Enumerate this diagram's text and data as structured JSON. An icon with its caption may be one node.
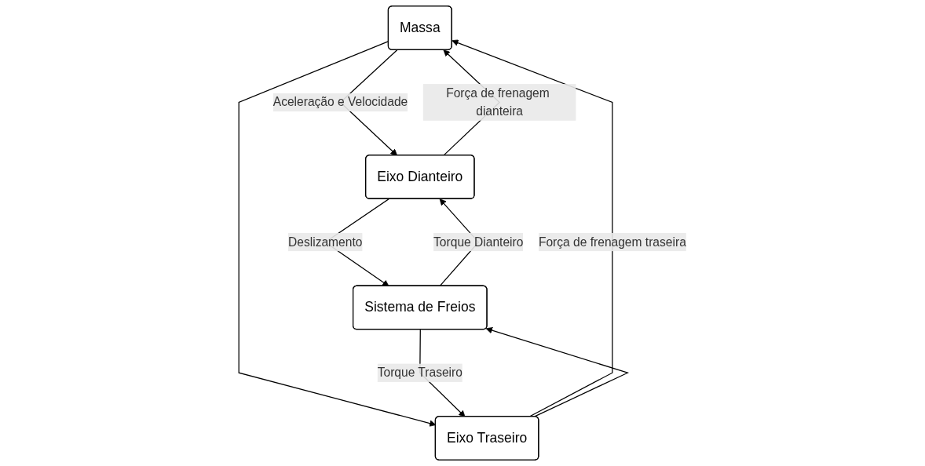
{
  "diagram": {
    "nodes": [
      {
        "text": [
          "Massa"
        ]
      },
      {
        "text": [
          "Eixo Dianteiro"
        ]
      },
      {
        "text": [
          "Eixo Traseiro"
        ]
      },
      {
        "text": [
          "Sistema de Freios"
        ]
      }
    ],
    "edges": [
      {
        "from": 1,
        "to": 0,
        "arrow": "to",
        "label": "Força de frenagem dianteira"
      },
      {
        "from": 2,
        "to": 0,
        "arrow": "to",
        "label": "Força de frenagem traseira"
      },
      {
        "from": 0,
        "to": 1,
        "arrow": "to",
        "label": "Aceleração e Velocidade"
      },
      {
        "from": 0,
        "to": 2,
        "arrow": "to"
      },
      {
        "from": 3,
        "to": 1,
        "arrow": "to",
        "label": "Torque Dianteiro"
      },
      {
        "from": 3,
        "to": 2,
        "arrow": "to",
        "label": "Torque Traseiro"
      },
      {
        "from": 1,
        "to": 3,
        "arrow": "to",
        "label": "Deslizamento"
      },
      {
        "from": 2,
        "to": 3,
        "arrow": "to"
      }
    ]
  }
}
